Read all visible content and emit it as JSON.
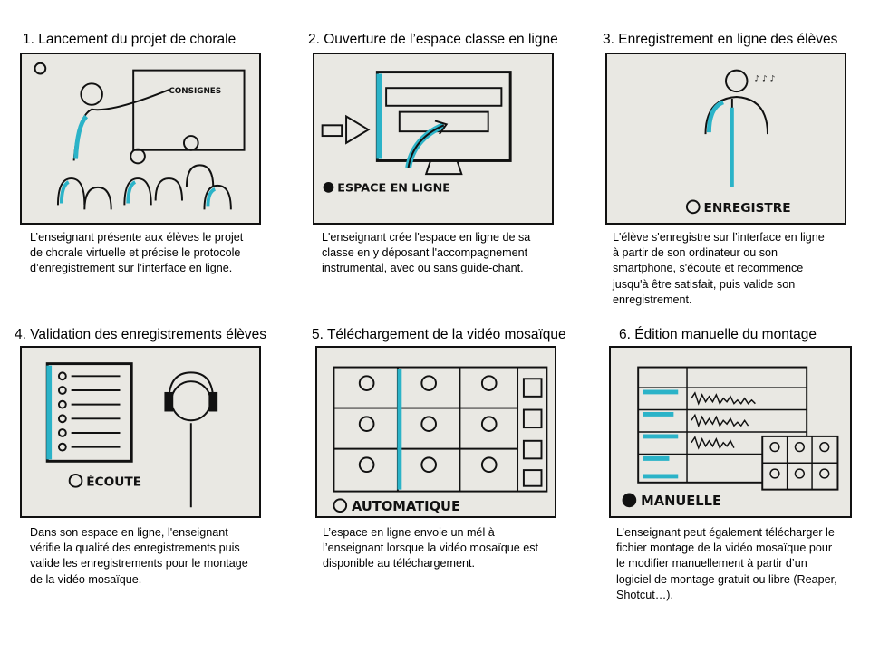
{
  "steps": [
    {
      "title": "1. Lancement du projet de chorale",
      "sketch_label": "CONSIGNES",
      "caption": "L’enseignant présente aux élèves le projet de chorale virtuelle et précise le protocole d’enregistrement sur l’interface en ligne."
    },
    {
      "title": "2. Ouverture de l’espace classe en ligne",
      "sketch_label": "ESPACE EN LIGNE",
      "caption": "L'enseignant crée l'espace en ligne de sa classe en y déposant l'accompagnement instrumental, avec ou sans guide-chant."
    },
    {
      "title": "3. Enregistrement en ligne des élèves",
      "sketch_label": "ENREGISTRE",
      "caption": "L'élève s'enregistre sur l’interface en ligne à partir de son ordinateur ou son smartphone, s'écoute et recommence jusqu'à être satisfait, puis valide son enregistrement."
    },
    {
      "title": "4. Validation des enregistrements élèves",
      "sketch_label": "ÉCOUTE",
      "caption": "Dans son espace en ligne, l'enseignant vérifie la qualité des enregistrements puis valide les enregistrements pour le montage de la vidéo mosaïque."
    },
    {
      "title": "5. Téléchargement de la vidéo mosaïque",
      "sketch_label": "AUTOMATIQUE",
      "caption": "L’espace en ligne envoie un mél à l’enseignant lorsque la vidéo mosaïque est disponible au téléchargement."
    },
    {
      "title": "6. Édition manuelle du montage",
      "sketch_label": "MANUELLE",
      "caption": "L’enseignant peut également télécharger le fichier montage de la vidéo mosaïque pour le modifier manuellement à partir d’un logiciel de montage gratuit ou libre (Reaper, Shotcut…)."
    }
  ],
  "colors": {
    "accent": "#2bb3c8",
    "ink": "#111111",
    "paper": "#e9e8e3"
  }
}
